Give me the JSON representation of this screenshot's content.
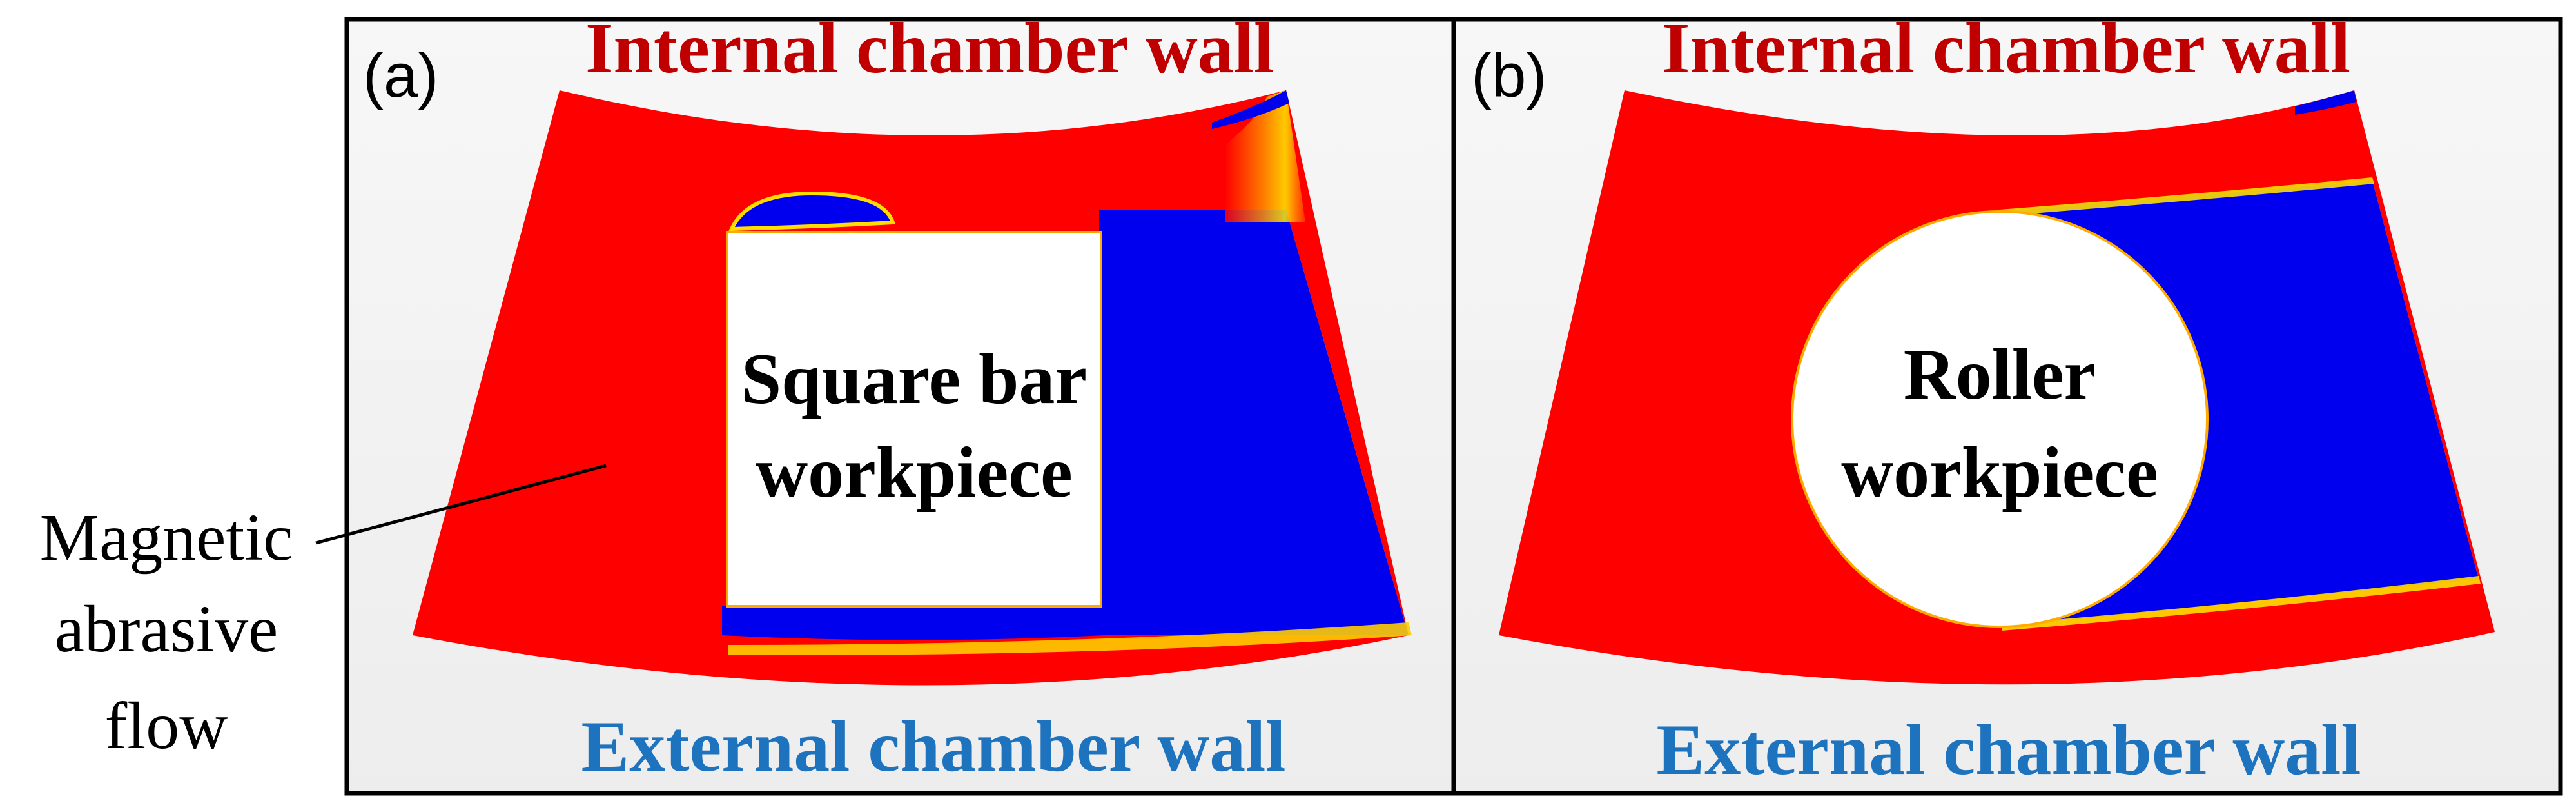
{
  "colors": {
    "flow": "#ff0000",
    "void": "#0000ee",
    "internal_label": "#c00000",
    "external_label": "#1e73be",
    "frame": "#000000",
    "text": "#000000",
    "panel_bg": "#f2f2f2"
  },
  "side_label": {
    "lines": [
      "Magnetic",
      "abrasive",
      "flow"
    ]
  },
  "panels": [
    {
      "tag": "(a)",
      "top_label": "Internal chamber wall",
      "bottom_label": "External chamber wall",
      "workpiece_shape": "square",
      "workpiece_lines": [
        "Square bar",
        "workpiece"
      ]
    },
    {
      "tag": "(b)",
      "top_label": "Internal chamber wall",
      "bottom_label": "External chamber wall",
      "workpiece_shape": "circle",
      "workpiece_lines": [
        "Roller",
        "workpiece"
      ]
    }
  ]
}
